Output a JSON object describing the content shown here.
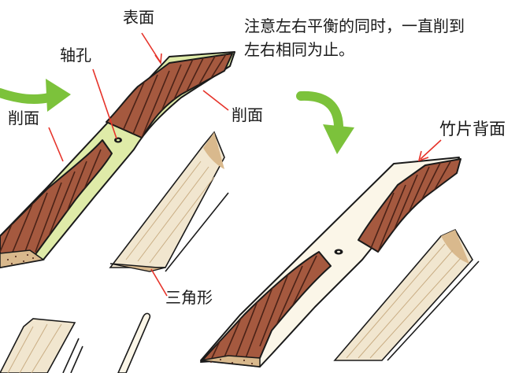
{
  "labels": {
    "surface": "表面",
    "axle_hole": "轴孔",
    "cut_face_left": "削面",
    "cut_face_right": "削面",
    "bamboo_back": "竹片背面",
    "triangle": "三角形"
  },
  "note": {
    "line1": "注意左右平衡的同时，一直削到",
    "line2": "左右相同为止。"
  },
  "colors": {
    "wood_cut": "#a5593f",
    "wood_grain": "#4a2217",
    "surface_green": "#dfeba8",
    "arrow_green": "#7cc23b",
    "bamboo_light": "#f1e6cf",
    "bamboo_tan": "#d9b98d",
    "pointer_red": "#e6332a",
    "outline": "#1a1a1a"
  },
  "icons": {
    "flow_arrow_left": "curved-green-arrow-right",
    "flow_arrow_right": "curved-green-arrow-down"
  }
}
